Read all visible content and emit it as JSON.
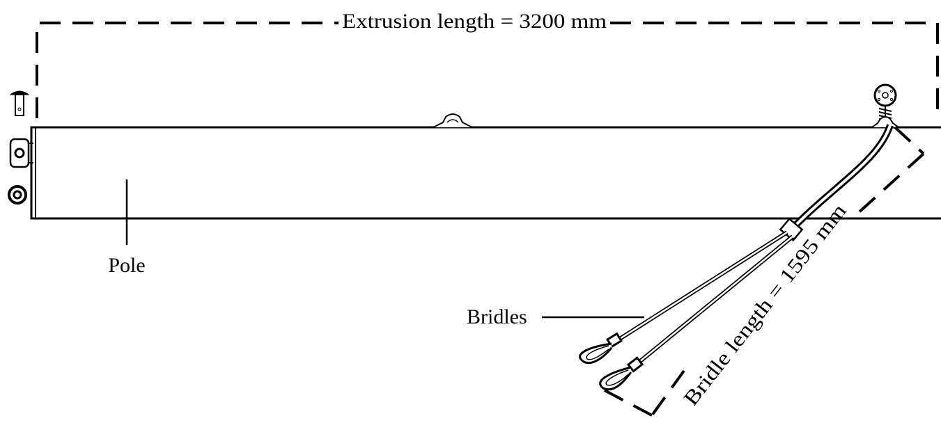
{
  "diagram": {
    "extrusion_label": "Extrusion length = 3200 mm",
    "bridle_length_label": "Bridle length = 1595 mm",
    "pole_label": "Pole",
    "bridles_label": "Bridles"
  },
  "colors": {
    "line": "#000000",
    "background": "#ffffff"
  }
}
